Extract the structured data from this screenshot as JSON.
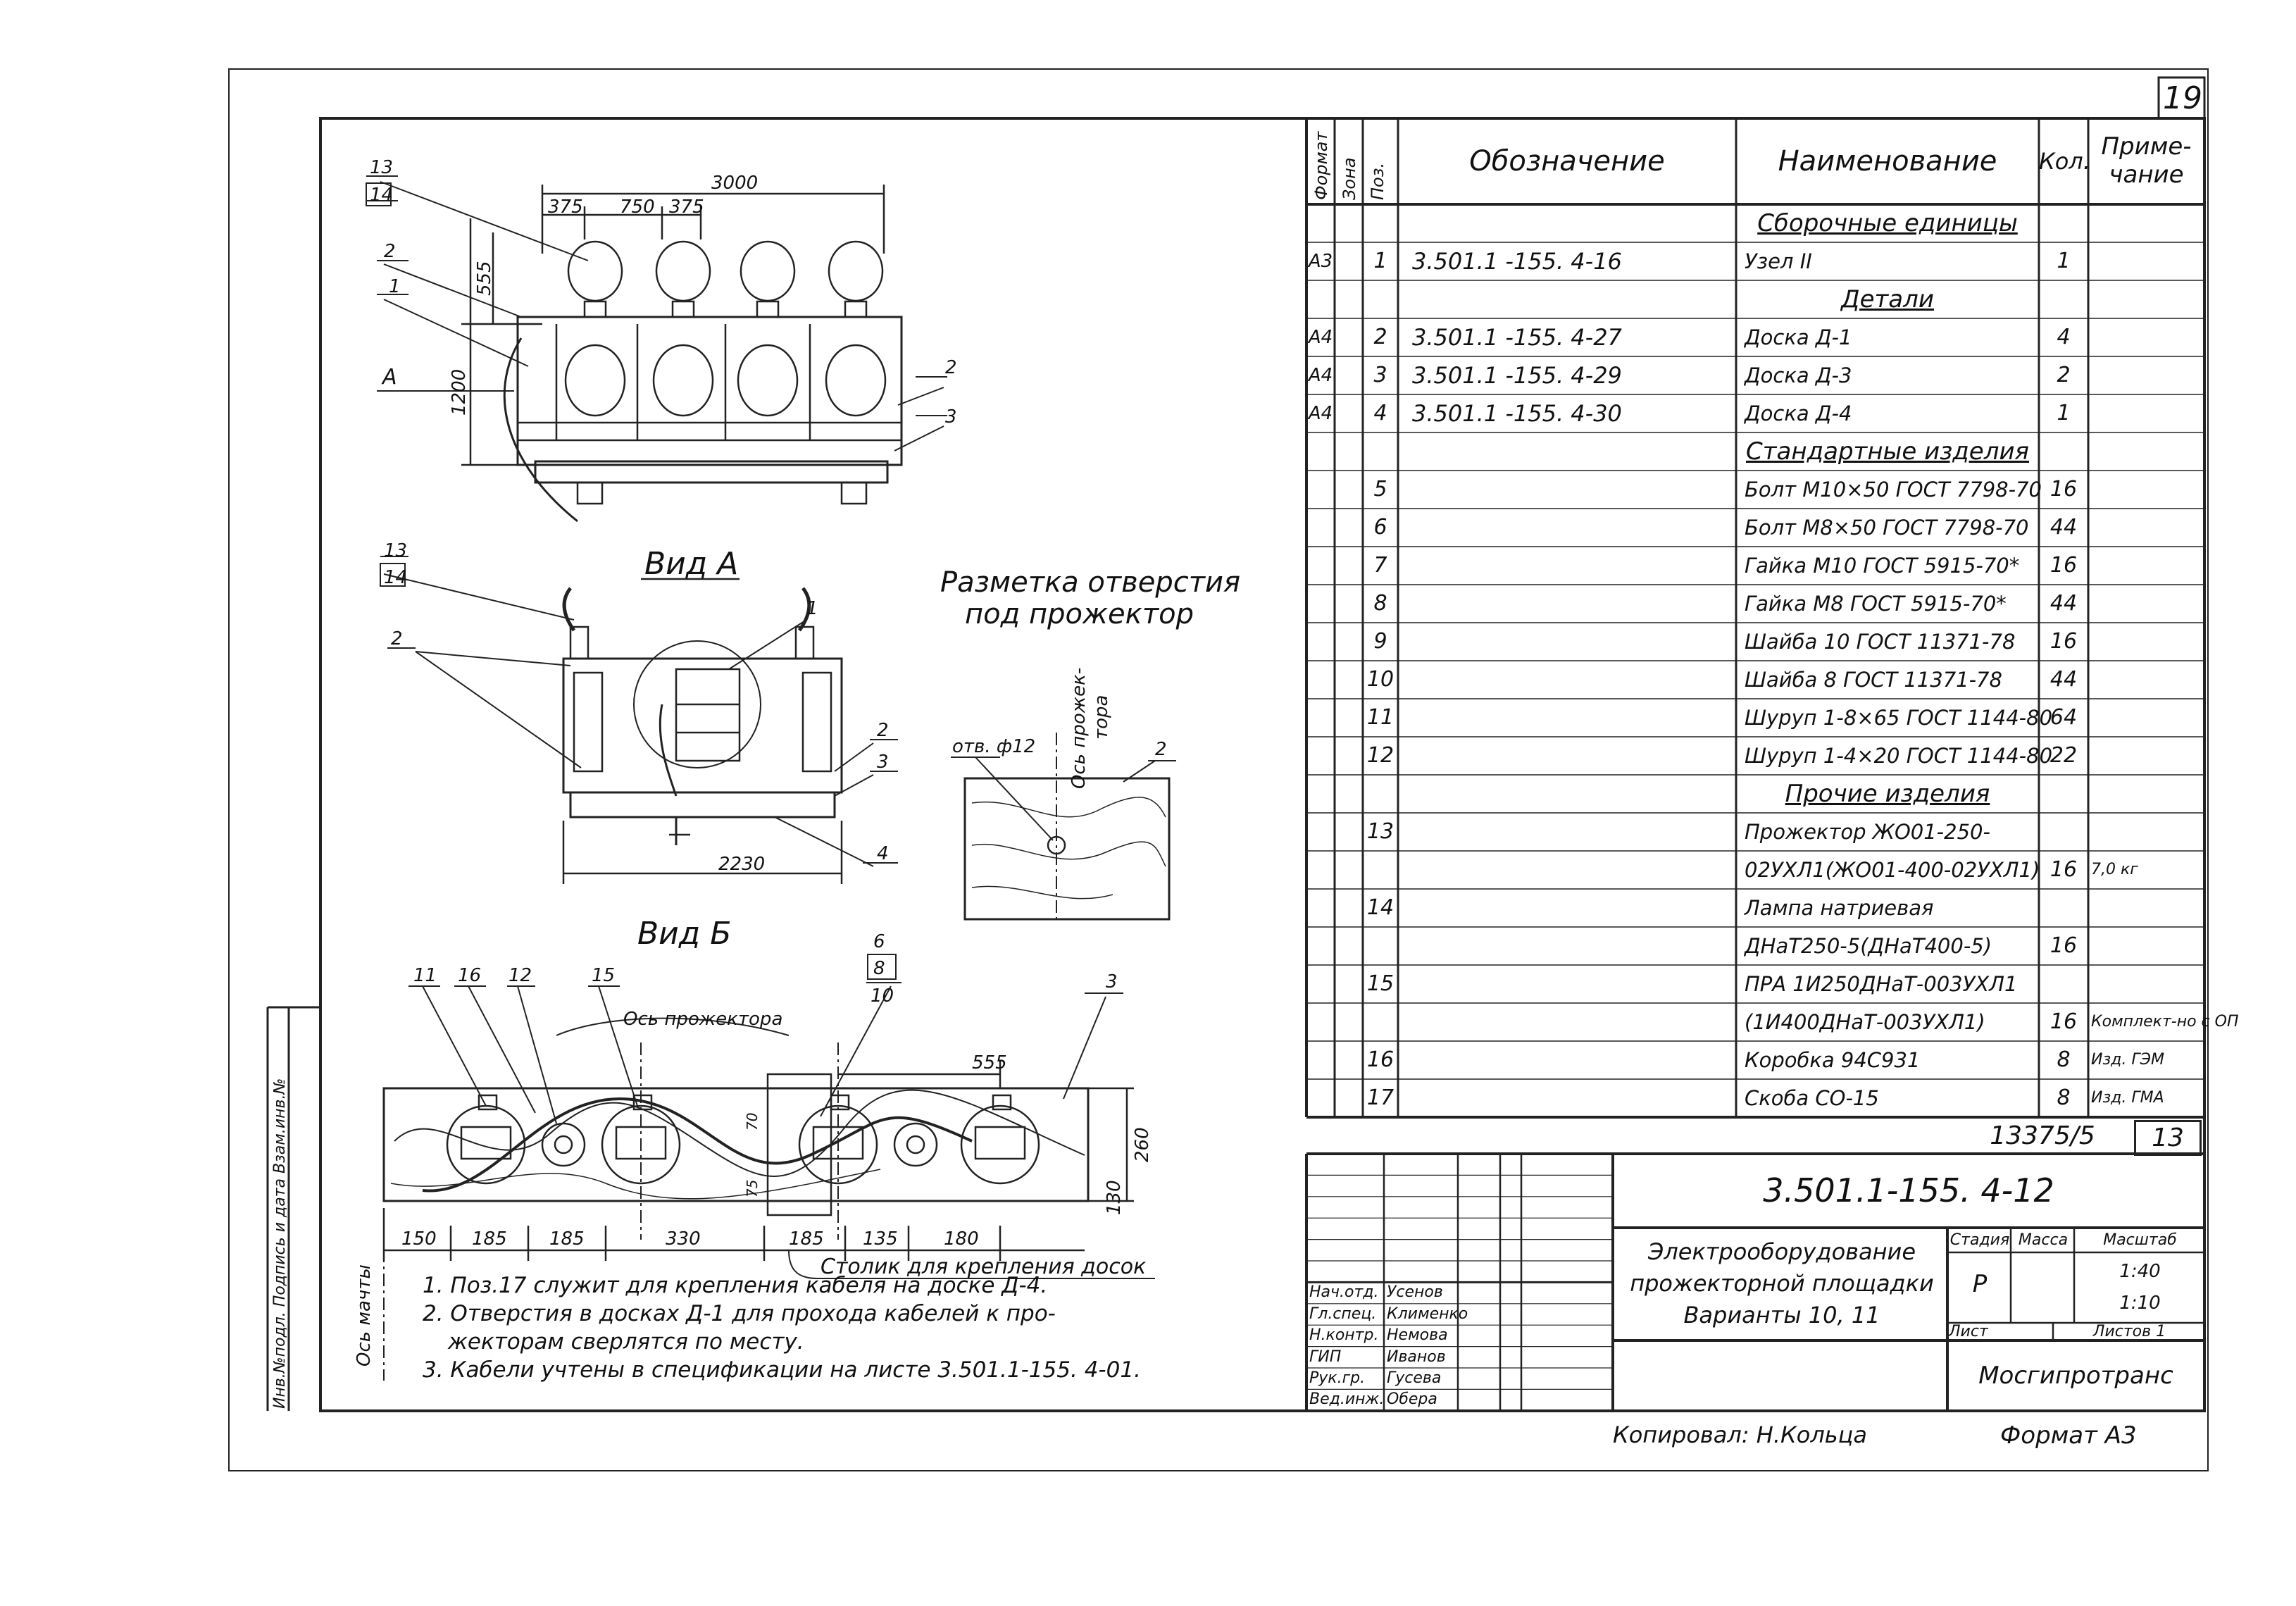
{
  "sheet_number": "19",
  "views": {
    "main": {
      "dims": {
        "overall": "3000",
        "d375a": "375",
        "d750": "750",
        "d375b": "375",
        "h555": "555",
        "h1200": "1200"
      },
      "callouts": {
        "c13": "13",
        "c14": "14",
        "c2a": "2",
        "c1": "1",
        "cA": "A",
        "c2b": "2",
        "c3": "3"
      }
    },
    "view_a": {
      "title": "Вид А",
      "dims": {
        "width": "2230"
      },
      "callouts": {
        "c13": "13",
        "c14": "14",
        "c2a": "2",
        "c1": "1",
        "c2b": "2",
        "c3": "3",
        "c4": "4"
      }
    },
    "marking": {
      "title_line1": "Разметка отверстия",
      "title_line2": "под прожектор",
      "hole_label": "отв. ф12",
      "axis_label_1": "Ось прожек-",
      "axis_label_2": "тора",
      "callout_2": "2"
    },
    "view_b": {
      "title": "Вид Б",
      "axis_label": "Ось прожектора",
      "mast_axis": "Ось мачты",
      "table_label": "Столик для крепления досок",
      "dims": {
        "d555": "555",
        "d150": "150",
        "d185a": "185",
        "d185b": "185",
        "d330": "330",
        "d185c": "185",
        "d135": "135",
        "d180": "180",
        "d130": "130",
        "d260": "260",
        "d70": "70",
        "d75": "75"
      },
      "callouts": {
        "c11": "11",
        "c16": "16",
        "c12": "12",
        "c15": "15",
        "c6": "6",
        "c8": "8",
        "c10": "10",
        "c3": "3"
      }
    }
  },
  "notes": [
    "1. Поз.17 служит для крепления кабеля на доске Д-4.",
    "2. Отверстия в досках Д-1 для прохода кабелей к про-",
    "жекторам сверлятся по месту.",
    "3. Кабели учтены в спецификации на листе 3.501.1-155. 4-01."
  ],
  "left_strip": "Инв.№подл. Подпись и дата Взам.инв.№",
  "spec": {
    "headers": {
      "format": "Формат",
      "zone": "Зона",
      "pos": "Поз.",
      "designation": "Обозначение",
      "name": "Наименование",
      "qty": "Кол.",
      "note": "Приме-чание"
    },
    "rows": [
      {
        "f": "",
        "p": "",
        "d": "",
        "n": "Сборочные единицы",
        "q": "",
        "r": ""
      },
      {
        "f": "А3",
        "p": "1",
        "d": "3.501.1 -155. 4-16",
        "n": "Узел II",
        "q": "1",
        "r": ""
      },
      {
        "f": "",
        "p": "",
        "d": "",
        "n": "Детали",
        "q": "",
        "r": ""
      },
      {
        "f": "А4",
        "p": "2",
        "d": "3.501.1 -155. 4-27",
        "n": "Доска Д-1",
        "q": "4",
        "r": ""
      },
      {
        "f": "А4",
        "p": "3",
        "d": "3.501.1 -155. 4-29",
        "n": "Доска Д-3",
        "q": "2",
        "r": ""
      },
      {
        "f": "А4",
        "p": "4",
        "d": "3.501.1 -155. 4-30",
        "n": "Доска Д-4",
        "q": "1",
        "r": ""
      },
      {
        "f": "",
        "p": "",
        "d": "",
        "n": "Стандартные изделия",
        "q": "",
        "r": ""
      },
      {
        "f": "",
        "p": "5",
        "d": "",
        "n": "Болт М10×50 ГОСТ 7798-70",
        "q": "16",
        "r": ""
      },
      {
        "f": "",
        "p": "6",
        "d": "",
        "n": "Болт М8×50 ГОСТ 7798-70",
        "q": "44",
        "r": ""
      },
      {
        "f": "",
        "p": "7",
        "d": "",
        "n": "Гайка М10 ГОСТ 5915-70*",
        "q": "16",
        "r": ""
      },
      {
        "f": "",
        "p": "8",
        "d": "",
        "n": "Гайка М8 ГОСТ 5915-70*",
        "q": "44",
        "r": ""
      },
      {
        "f": "",
        "p": "9",
        "d": "",
        "n": "Шайба 10 ГОСТ 11371-78",
        "q": "16",
        "r": ""
      },
      {
        "f": "",
        "p": "10",
        "d": "",
        "n": "Шайба 8 ГОСТ 11371-78",
        "q": "44",
        "r": ""
      },
      {
        "f": "",
        "p": "11",
        "d": "",
        "n": "Шуруп 1-8×65 ГОСТ 1144-80",
        "q": "64",
        "r": ""
      },
      {
        "f": "",
        "p": "12",
        "d": "",
        "n": "Шуруп 1-4×20 ГОСТ 1144-80",
        "q": "22",
        "r": ""
      },
      {
        "f": "",
        "p": "",
        "d": "",
        "n": "Прочие изделия",
        "q": "",
        "r": ""
      },
      {
        "f": "",
        "p": "13",
        "d": "",
        "n": "Прожектор ЖО01-250-",
        "q": "",
        "r": ""
      },
      {
        "f": "",
        "p": "",
        "d": "",
        "n": "02УХЛ1(ЖО01-400-02УХЛ1)",
        "q": "16",
        "r": "7,0 кг"
      },
      {
        "f": "",
        "p": "14",
        "d": "",
        "n": "Лампа натриевая",
        "q": "",
        "r": ""
      },
      {
        "f": "",
        "p": "",
        "d": "",
        "n": "ДНаТ250-5(ДНаТ400-5)",
        "q": "16",
        "r": ""
      },
      {
        "f": "",
        "p": "15",
        "d": "",
        "n": "ПРА 1И250ДНаТ-003УХЛ1",
        "q": "",
        "r": ""
      },
      {
        "f": "",
        "p": "",
        "d": "",
        "n": "(1И400ДНаТ-003УХЛ1)",
        "q": "16",
        "r": "Комплект-но с ОП"
      },
      {
        "f": "",
        "p": "16",
        "d": "",
        "n": "Коробка 94С931",
        "q": "8",
        "r": "Изд. ГЭМ"
      },
      {
        "f": "",
        "p": "17",
        "d": "",
        "n": "Скоба СО-15",
        "q": "8",
        "r": "Изд. ГМА"
      }
    ]
  },
  "stamp": {
    "inventory": "13375/5",
    "sheet_sub": "13",
    "code": "3.501.1-155. 4-12",
    "title_1": "Электрооборудование",
    "title_2": "прожекторной площадки",
    "title_3": "Варианты 10, 11",
    "roles": [
      {
        "role": "Нач.отд.",
        "name": "Усенов"
      },
      {
        "role": "Гл.спец.",
        "name": "Клименко"
      },
      {
        "role": "Н.контр.",
        "name": "Немова"
      },
      {
        "role": "ГИП",
        "name": "Иванов"
      },
      {
        "role": "Рук.гр.",
        "name": "Гусева"
      },
      {
        "role": "Вед.инж.",
        "name": "Обера"
      }
    ],
    "stage_label": "Стадия",
    "stage": "Р",
    "mass_label": "Масса",
    "scale_label": "Масштаб",
    "scale_1": "1:40",
    "scale_2": "1:10",
    "sheet_label": "Лист",
    "sheets_label": "Листов 1",
    "org": "Мосгипротранс",
    "copied": "Копировал: Н.Кольца",
    "format": "Формат А3"
  }
}
